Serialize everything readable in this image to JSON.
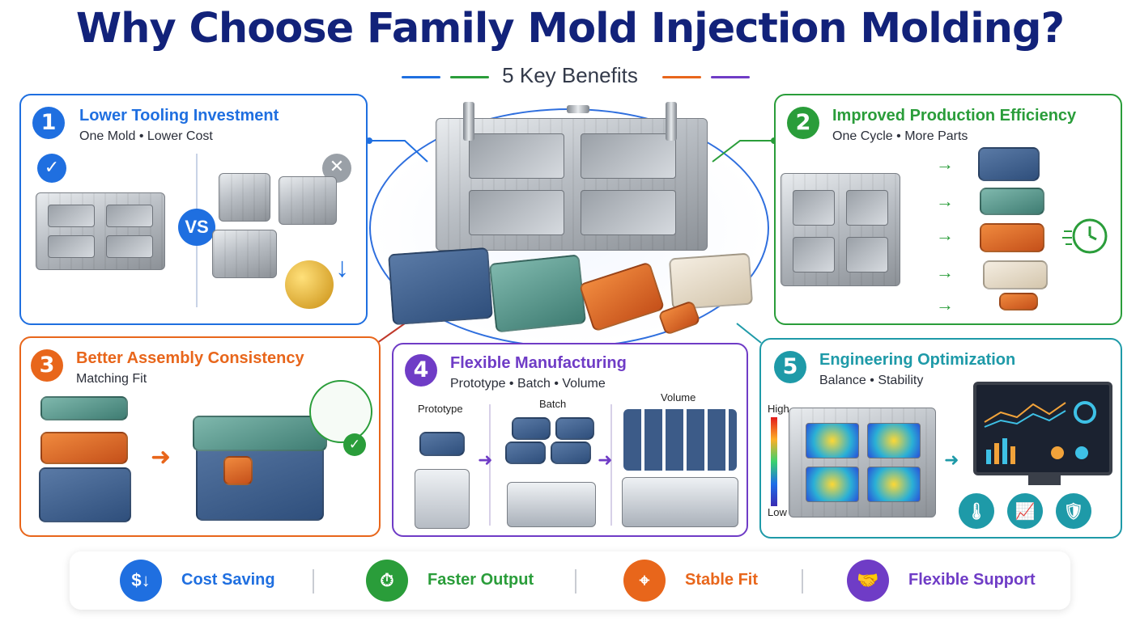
{
  "header": {
    "title": "Why Choose Family Mold Injection Molding?",
    "subtitle": "5 Key Benefits"
  },
  "colors": {
    "blue": "#1f6fe0",
    "green": "#2a9d3a",
    "orange": "#e8661b",
    "purple": "#6f3cc6",
    "teal": "#1e9aa8",
    "navy": "#12227a"
  },
  "panels": [
    {
      "number": "1",
      "title": "Lower Tooling Investment",
      "subtitle": "One Mold • Lower Cost",
      "vs_label": "VS",
      "icons": [
        "check-icon",
        "x-icon",
        "coins-icon",
        "down-arrow-icon"
      ]
    },
    {
      "number": "2",
      "title": "Improved Production Efficiency",
      "subtitle": "One Cycle • More Parts",
      "icons": [
        "stopwatch-icon"
      ]
    },
    {
      "number": "3",
      "title": "Better Assembly Consistency",
      "subtitle": "Matching Fit",
      "icons": [
        "caliper-icon",
        "check-icon"
      ]
    },
    {
      "number": "4",
      "title": "Flexible Manufacturing",
      "subtitle": "Prototype • Batch • Volume",
      "stages": [
        "Prototype",
        "Batch",
        "Volume"
      ]
    },
    {
      "number": "5",
      "title": "Engineering Optimization",
      "subtitle": "Balance • Stability",
      "scale_high": "High",
      "scale_low": "Low",
      "icons": [
        "thermometer-icon",
        "chart-icon",
        "shield-icon"
      ]
    }
  ],
  "benefits": [
    {
      "label": "Cost Saving",
      "icon": "dollar-down-icon",
      "color": "#1f6fe0"
    },
    {
      "label": "Faster Output",
      "icon": "stopwatch-icon",
      "color": "#2a9d3a"
    },
    {
      "label": "Stable Fit",
      "icon": "target-icon",
      "color": "#e8661b"
    },
    {
      "label": "Flexible Support",
      "icon": "handshake-icon",
      "color": "#6f3cc6"
    }
  ]
}
